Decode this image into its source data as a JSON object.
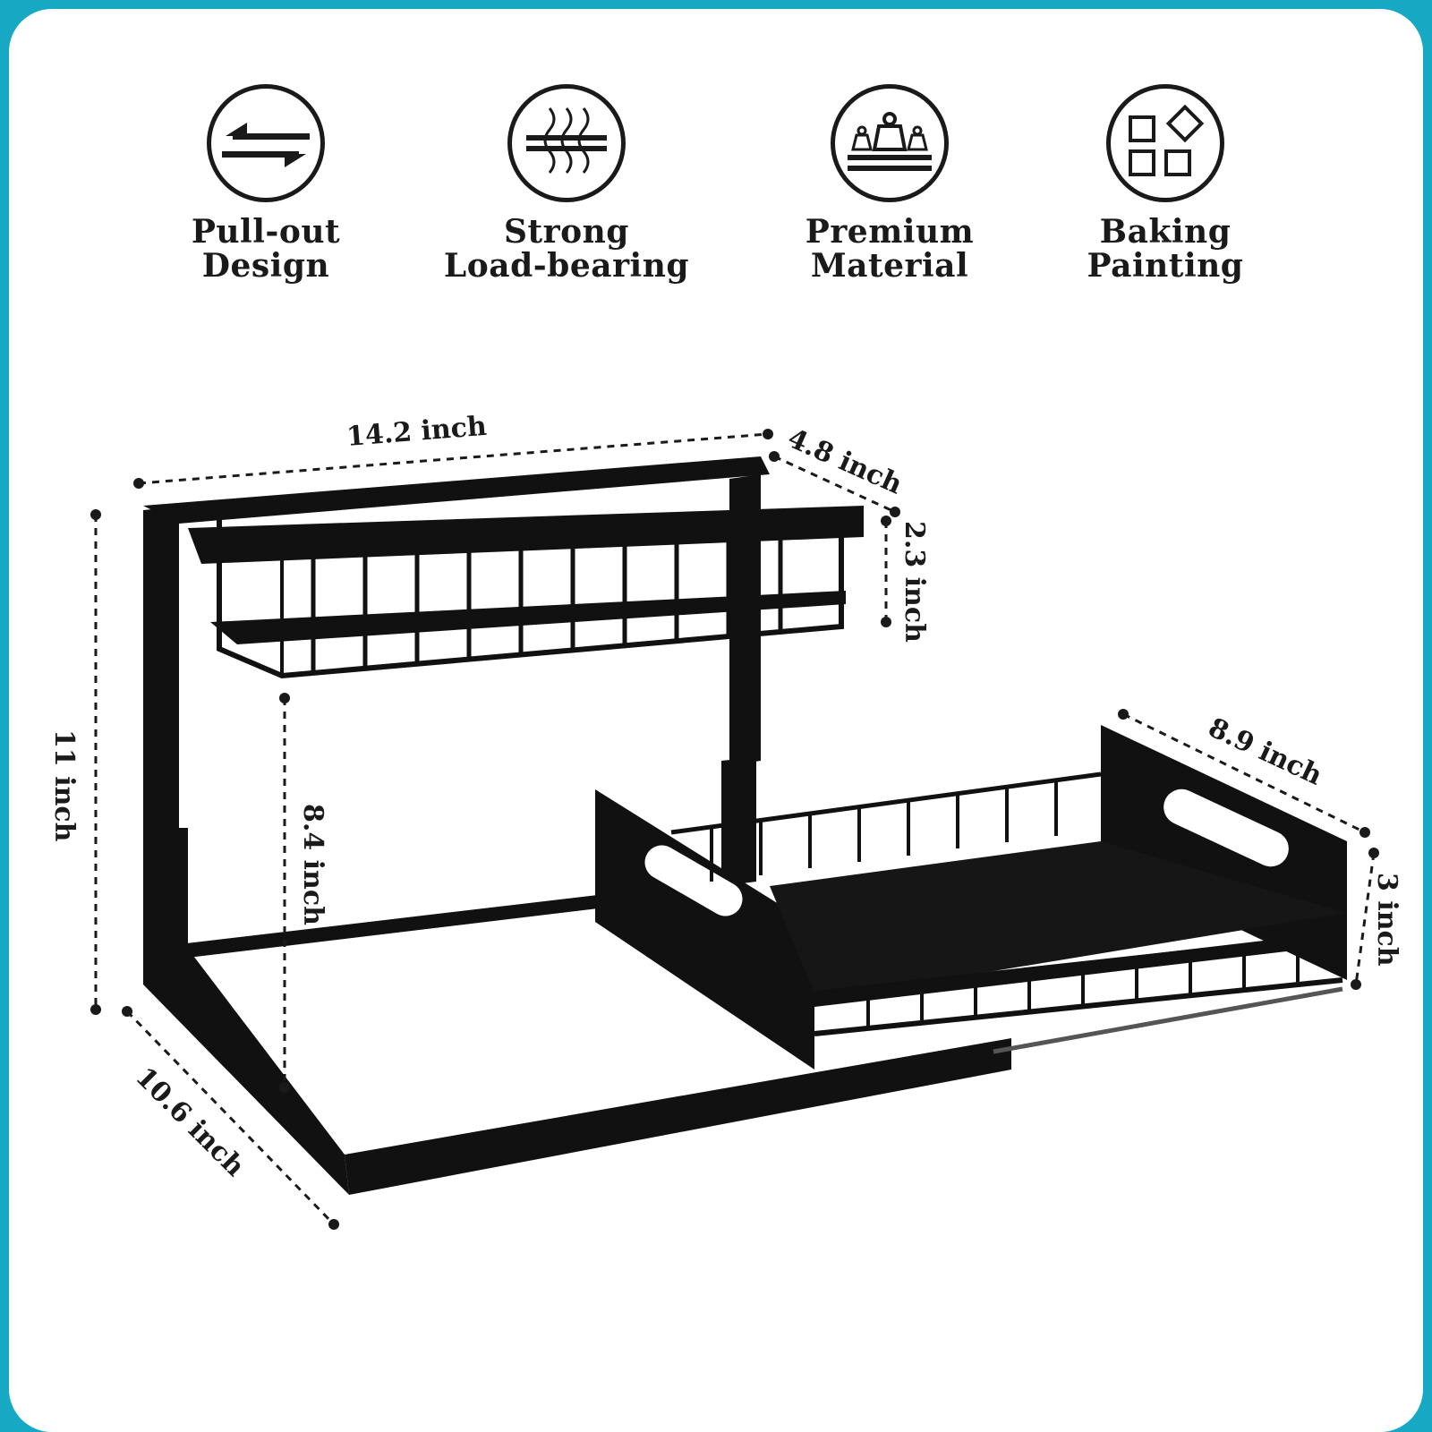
{
  "features": [
    {
      "icon": "pull-out-arrows-icon",
      "line1": "Pull-out",
      "line2": "Design"
    },
    {
      "icon": "load-bearing-shelf-icon",
      "line1": "Strong",
      "line2": "Load-bearing"
    },
    {
      "icon": "premium-material-weights-icon",
      "line1": "Premium",
      "line2": "Material"
    },
    {
      "icon": "baking-painting-squares-icon",
      "line1": "Baking",
      "line2": "Painting"
    }
  ],
  "dimensions": {
    "width": "14.2 inch",
    "depth_top": "4.8 inch",
    "basket_height": "2.3 inch",
    "total_height": "11 inch",
    "clearance": "8.4 inch",
    "drawer_length": "8.9 inch",
    "drawer_height": "3 inch",
    "base_depth": "10.6 inch"
  },
  "colors": {
    "border": "#17a9c4",
    "background": "#ffffff",
    "product": "#111111"
  }
}
